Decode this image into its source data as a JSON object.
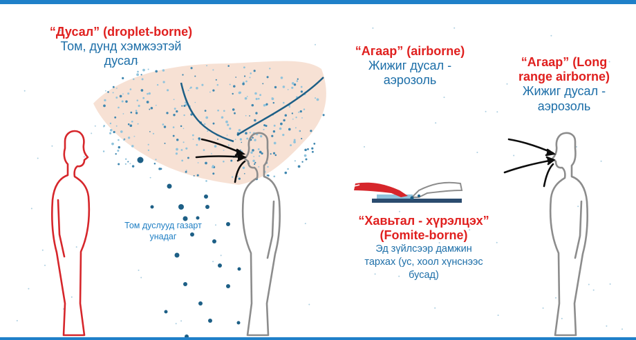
{
  "labels": {
    "droplet": {
      "title": "“Дусал” (droplet-borne)",
      "line1": "Том, дунд хэмжээтэй",
      "line2": "дусал"
    },
    "airborne": {
      "title": "“Агаар” (airborne)",
      "line1": "Жижиг дусал -",
      "line2": "аэрозоль"
    },
    "long_range": {
      "title_line1": "“Агаар” (Long",
      "title_line2": "range airborne)",
      "line1": "Жижиг дусал -",
      "line2": "аэрозоль"
    },
    "ground": {
      "line1": "Том дуслууд газарт",
      "line2": "унадаг"
    },
    "fomite": {
      "title_line1": "“Хавьтал - хүрэлцэх”",
      "title_line2": "(Fomite-borne)",
      "line1": "Эд зүйлсээр дамжин",
      "line2": "тархах (ус, хоол хүнснээс",
      "line3": "бусад)"
    }
  },
  "colors": {
    "accent_red": "#e0201f",
    "text_blue": "#1c6ea8",
    "frame_blue": "#1f80c9",
    "droplet_dark": "#1d5f86",
    "droplet_light": "#8fc3dc",
    "cloud": "#f6dccd",
    "figure_red": "#d6262b",
    "figure_grey": "#8c8c8c",
    "arrow": "#0d0d0d"
  }
}
